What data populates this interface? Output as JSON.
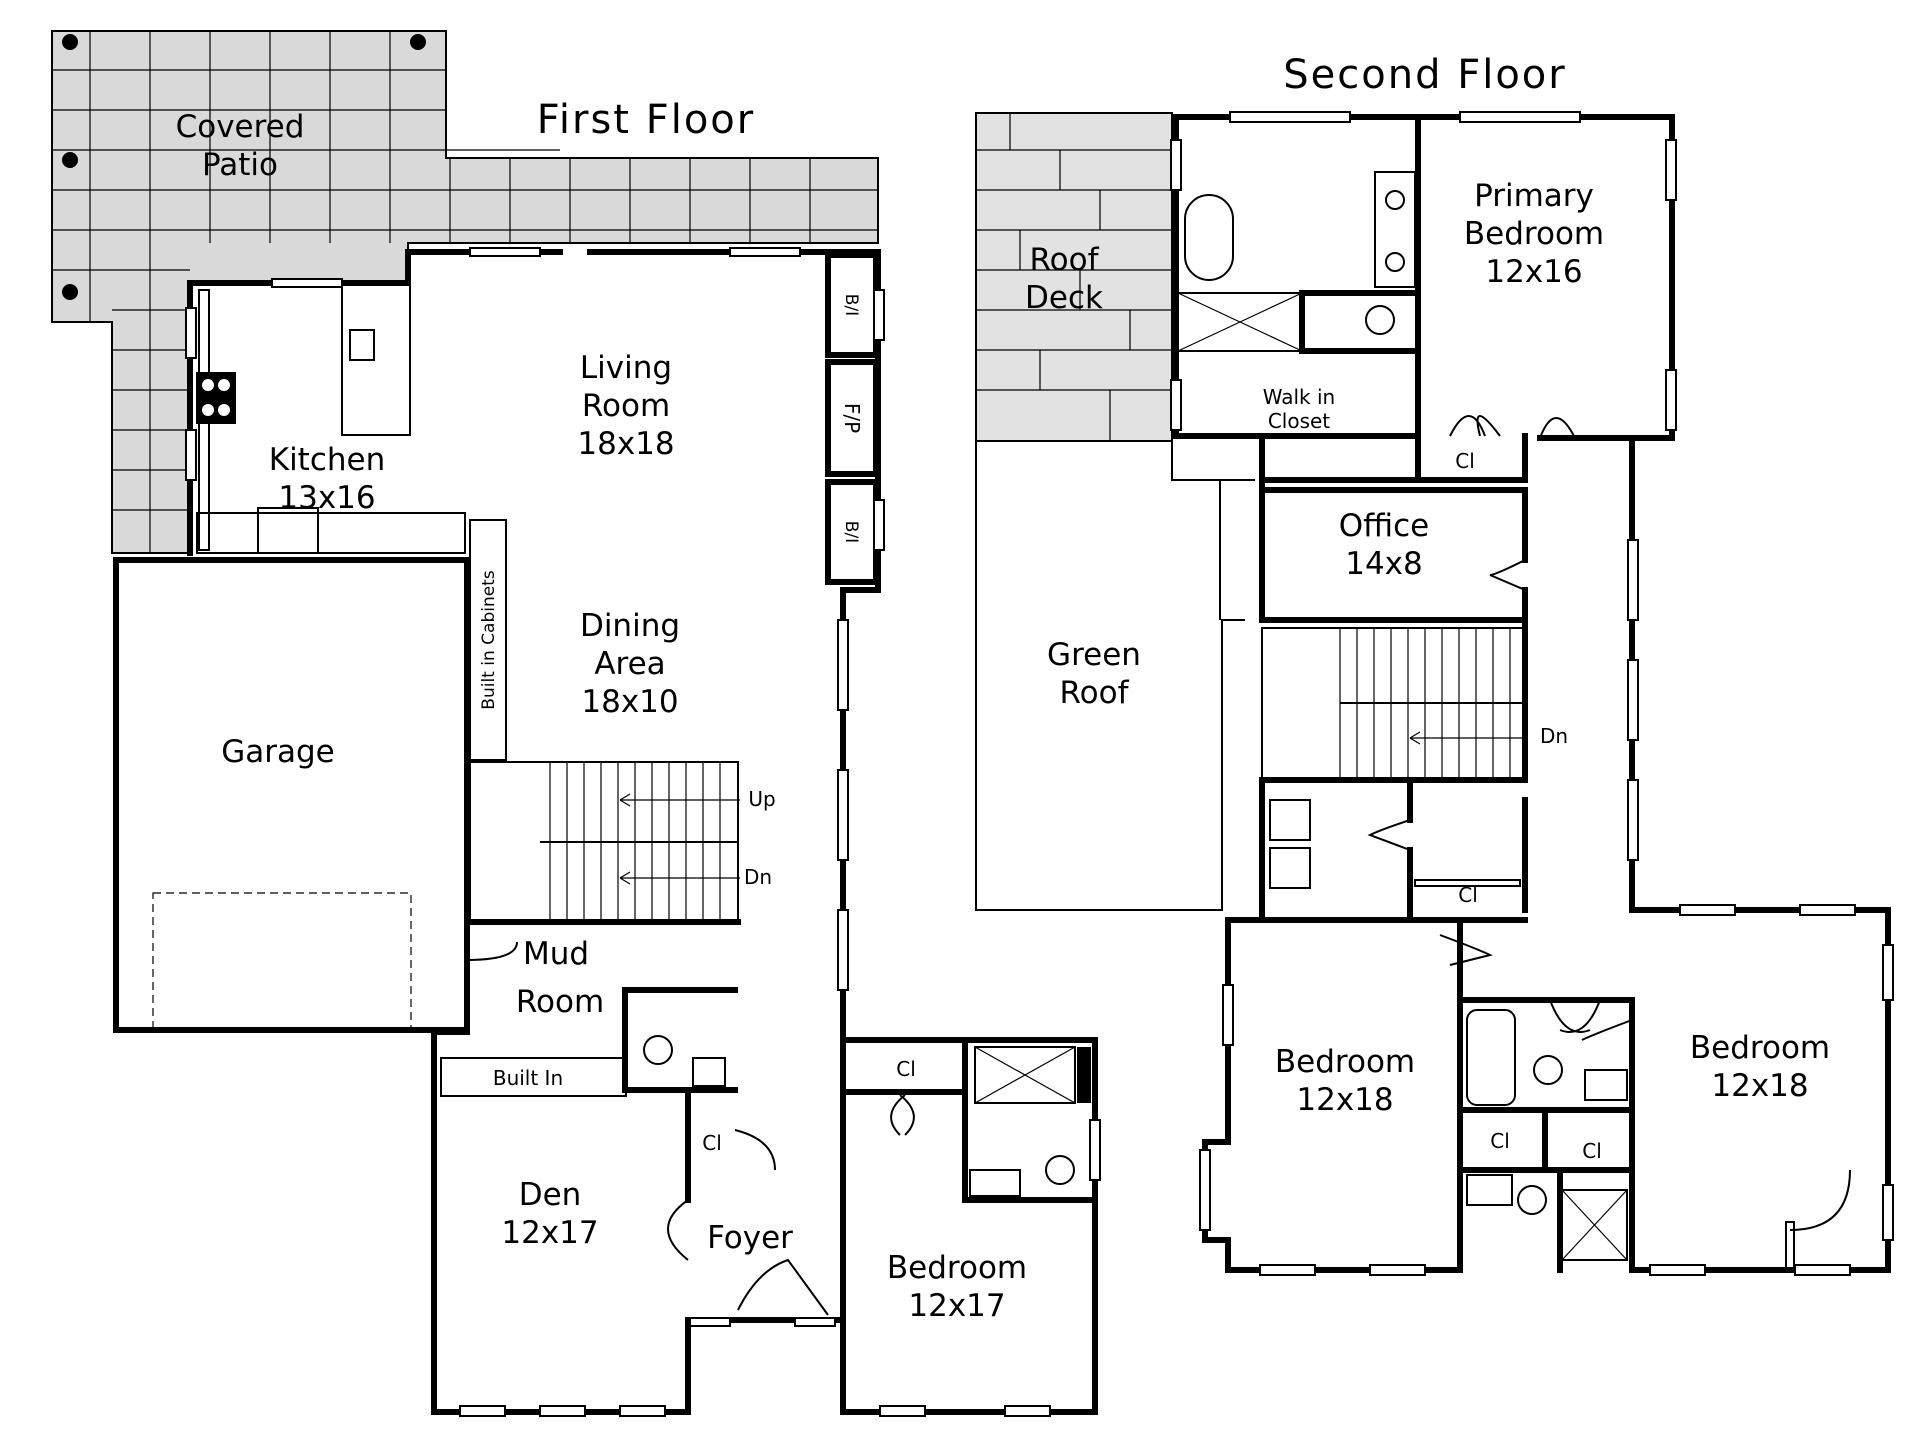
{
  "titles": {
    "first_floor": "First Floor",
    "second_floor": "Second Floor"
  },
  "first_floor": {
    "covered_patio": [
      "Covered",
      "Patio"
    ],
    "kitchen": [
      "Kitchen",
      "13x16"
    ],
    "living_room": [
      "Living",
      "Room",
      "18x18"
    ],
    "dining_area": [
      "Dining",
      "Area",
      "18x10"
    ],
    "garage": "Garage",
    "mud_room": [
      "Mud",
      "Room"
    ],
    "den": [
      "Den",
      "12x17"
    ],
    "foyer": "Foyer",
    "bedroom": [
      "Bedroom",
      "12x17"
    ],
    "built_in_cabinets": "Built in Cabinets",
    "built_in": "Built In",
    "bi_top": "B/I",
    "fp": "F/P",
    "bi_bottom": "B/I",
    "stairs_up": "Up",
    "stairs_dn": "Dn",
    "closet_1": "Cl",
    "closet_2": "Cl"
  },
  "second_floor": {
    "roof_deck": [
      "Roof",
      "Deck"
    ],
    "green_roof": [
      "Green",
      "Roof"
    ],
    "primary_bedroom": [
      "Primary",
      "Bedroom",
      "12x16"
    ],
    "walk_in_closet": [
      "Walk in",
      "Closet"
    ],
    "office": [
      "Office",
      "14x8"
    ],
    "stairs_dn": "Dn",
    "bedroom_left": [
      "Bedroom",
      "12x18"
    ],
    "bedroom_right": [
      "Bedroom",
      "12x18"
    ],
    "closet_1": "Cl",
    "closet_2": "Cl",
    "closet_3": "Cl",
    "closet_4": "Cl"
  }
}
